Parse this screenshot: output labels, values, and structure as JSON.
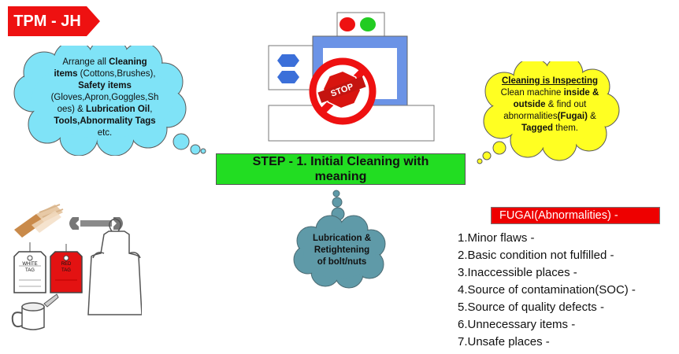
{
  "tpm_label": "TPM - JH",
  "left_cloud": {
    "line1_a": "Arrange all ",
    "line1_b": "Cleaning",
    "line2_a": "items",
    "line2_b": " (Cottons,Brushes),",
    "line3": "Safety items",
    "line4": "(Gloves,Apron,Goggles,Sh",
    "line5_a": "oes) & ",
    "line5_b": "Lubrication Oil",
    "line5_c": ",",
    "line6": "Tools,Abnormality Tags",
    "line7": "etc."
  },
  "right_cloud": {
    "line1": "Cleaning is Inspecting",
    "line2_a": "Clean machine ",
    "line2_b": "inside &",
    "line3_a": "outside",
    "line3_b": " & find out",
    "line4_a": "abnormalities",
    "line4_b": "(Fugai)",
    "line4_c": " &",
    "line5_a": "Tagged",
    "line5_b": " them."
  },
  "stop_sign": "STOP",
  "step_box": {
    "line1": "STEP - 1. Initial Cleaning with",
    "line2": "meaning"
  },
  "bottom_cloud": {
    "line1": "Lubrication &",
    "line2": "Retightening",
    "line3": "of bolt/nuts"
  },
  "tags": {
    "white": [
      "WHITE",
      "TAG"
    ],
    "red": [
      "RED",
      "TAG"
    ]
  },
  "fugai": {
    "title": "FUGAI(Abnormalities) -",
    "items": [
      "1.Minor flaws -",
      "2.Basic condition not fulfilled -",
      "3.Inaccessible places -",
      "4.Source of contamination(SOC) -",
      "5.Source of quality defects -",
      "6.Unnecessary items -",
      "7.Unsafe places -"
    ]
  },
  "colors": {
    "tpm_red": "#ee1111",
    "cloud_left": "#7fe3f7",
    "cloud_right": "#ffff22",
    "step_green": "#22dd22",
    "cloud_bottom": "#5f9aa8",
    "machine_blue": "#6b93e6",
    "fugai_red": "#ee0000"
  }
}
